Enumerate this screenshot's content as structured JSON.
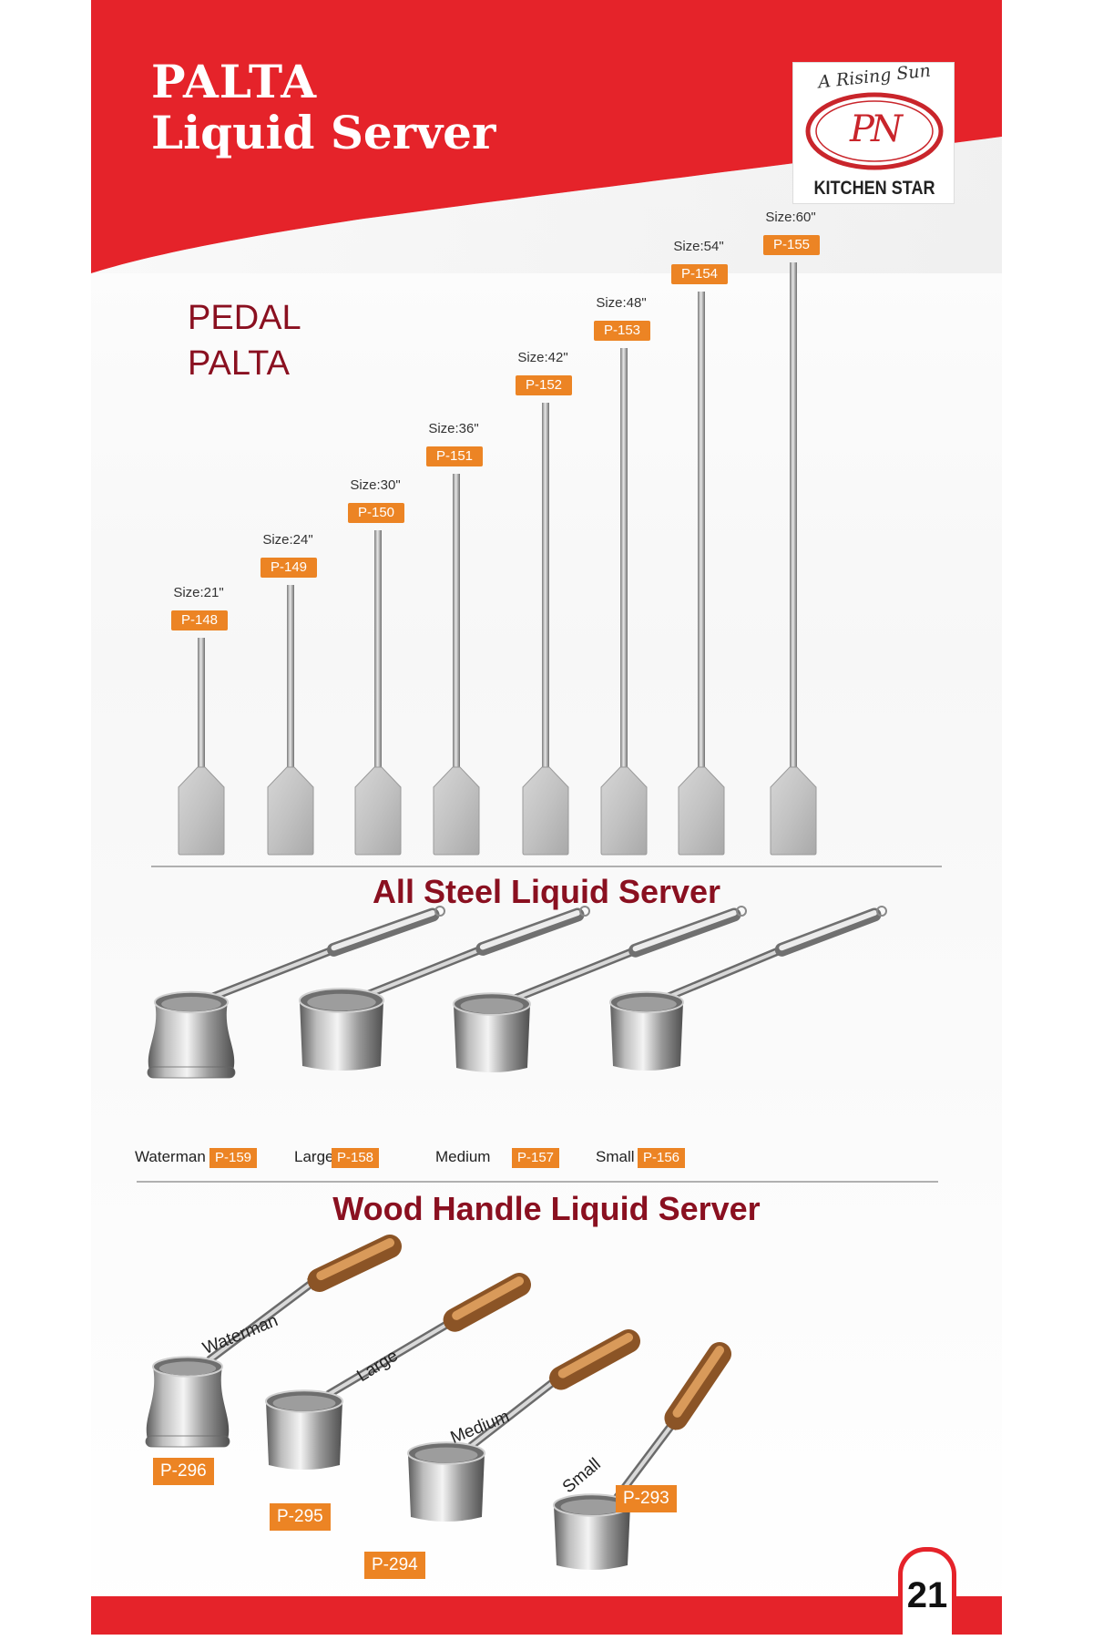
{
  "header": {
    "title_line1": "PALTA",
    "title_line2": "Liquid Server",
    "brand_color": "#e5232a"
  },
  "logo": {
    "tagline": "A Rising Sun",
    "monogram": "PN",
    "name": "KITCHEN STAR"
  },
  "pedal": {
    "title_line1": "PEDAL",
    "title_line2": "PALTA",
    "items": [
      {
        "size": "Size:21\"",
        "code": "P-148"
      },
      {
        "size": "Size:24\"",
        "code": "P-149"
      },
      {
        "size": "Size:30\"",
        "code": "P-150"
      },
      {
        "size": "Size:36\"",
        "code": "P-151"
      },
      {
        "size": "Size:42\"",
        "code": "P-152"
      },
      {
        "size": "Size:48\"",
        "code": "P-153"
      },
      {
        "size": "Size:54\"",
        "code": "P-154"
      },
      {
        "size": "Size:60\"",
        "code": "P-155"
      }
    ]
  },
  "steel": {
    "title": "All Steel Liquid Server",
    "items": [
      {
        "label": "Waterman",
        "code": "P-159"
      },
      {
        "label": "Large",
        "code": "P-158"
      },
      {
        "label": "Medium",
        "code": "P-157"
      },
      {
        "label": "Small",
        "code": "P-156"
      }
    ]
  },
  "wood": {
    "title": "Wood Handle Liquid Server",
    "items": [
      {
        "label": "Waterman",
        "code": "P-296"
      },
      {
        "label": "Large",
        "code": "P-295"
      },
      {
        "label": "Medium",
        "code": "P-294"
      },
      {
        "label": "Small",
        "code": "P-293"
      }
    ]
  },
  "footer": {
    "page_number": "21"
  },
  "colors": {
    "accent": "#ec8424",
    "heading": "#8a1020"
  }
}
